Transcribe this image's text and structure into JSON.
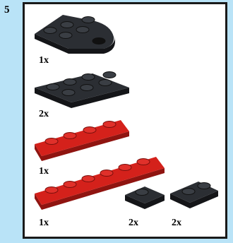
{
  "step": {
    "number": "5"
  },
  "parts": [
    {
      "name": "plate-2x3-rounded",
      "color": "black",
      "quantity": "1x"
    },
    {
      "name": "plate-2x3",
      "color": "black",
      "quantity": "2x"
    },
    {
      "name": "plate-1x4",
      "color": "red",
      "quantity": "1x"
    },
    {
      "name": "plate-1x6",
      "color": "red",
      "quantity": "1x"
    },
    {
      "name": "plate-1x2",
      "color": "black",
      "quantity": "2x"
    },
    {
      "name": "plate-1x2-b",
      "color": "black",
      "quantity": "2x"
    }
  ],
  "colors": {
    "panel_bg": "#ffffff",
    "page_bg": "#b9e3f7",
    "black_top": "#2b2e33",
    "black_side": "#141518",
    "red_top": "#d4211b",
    "red_side": "#8f1410"
  }
}
